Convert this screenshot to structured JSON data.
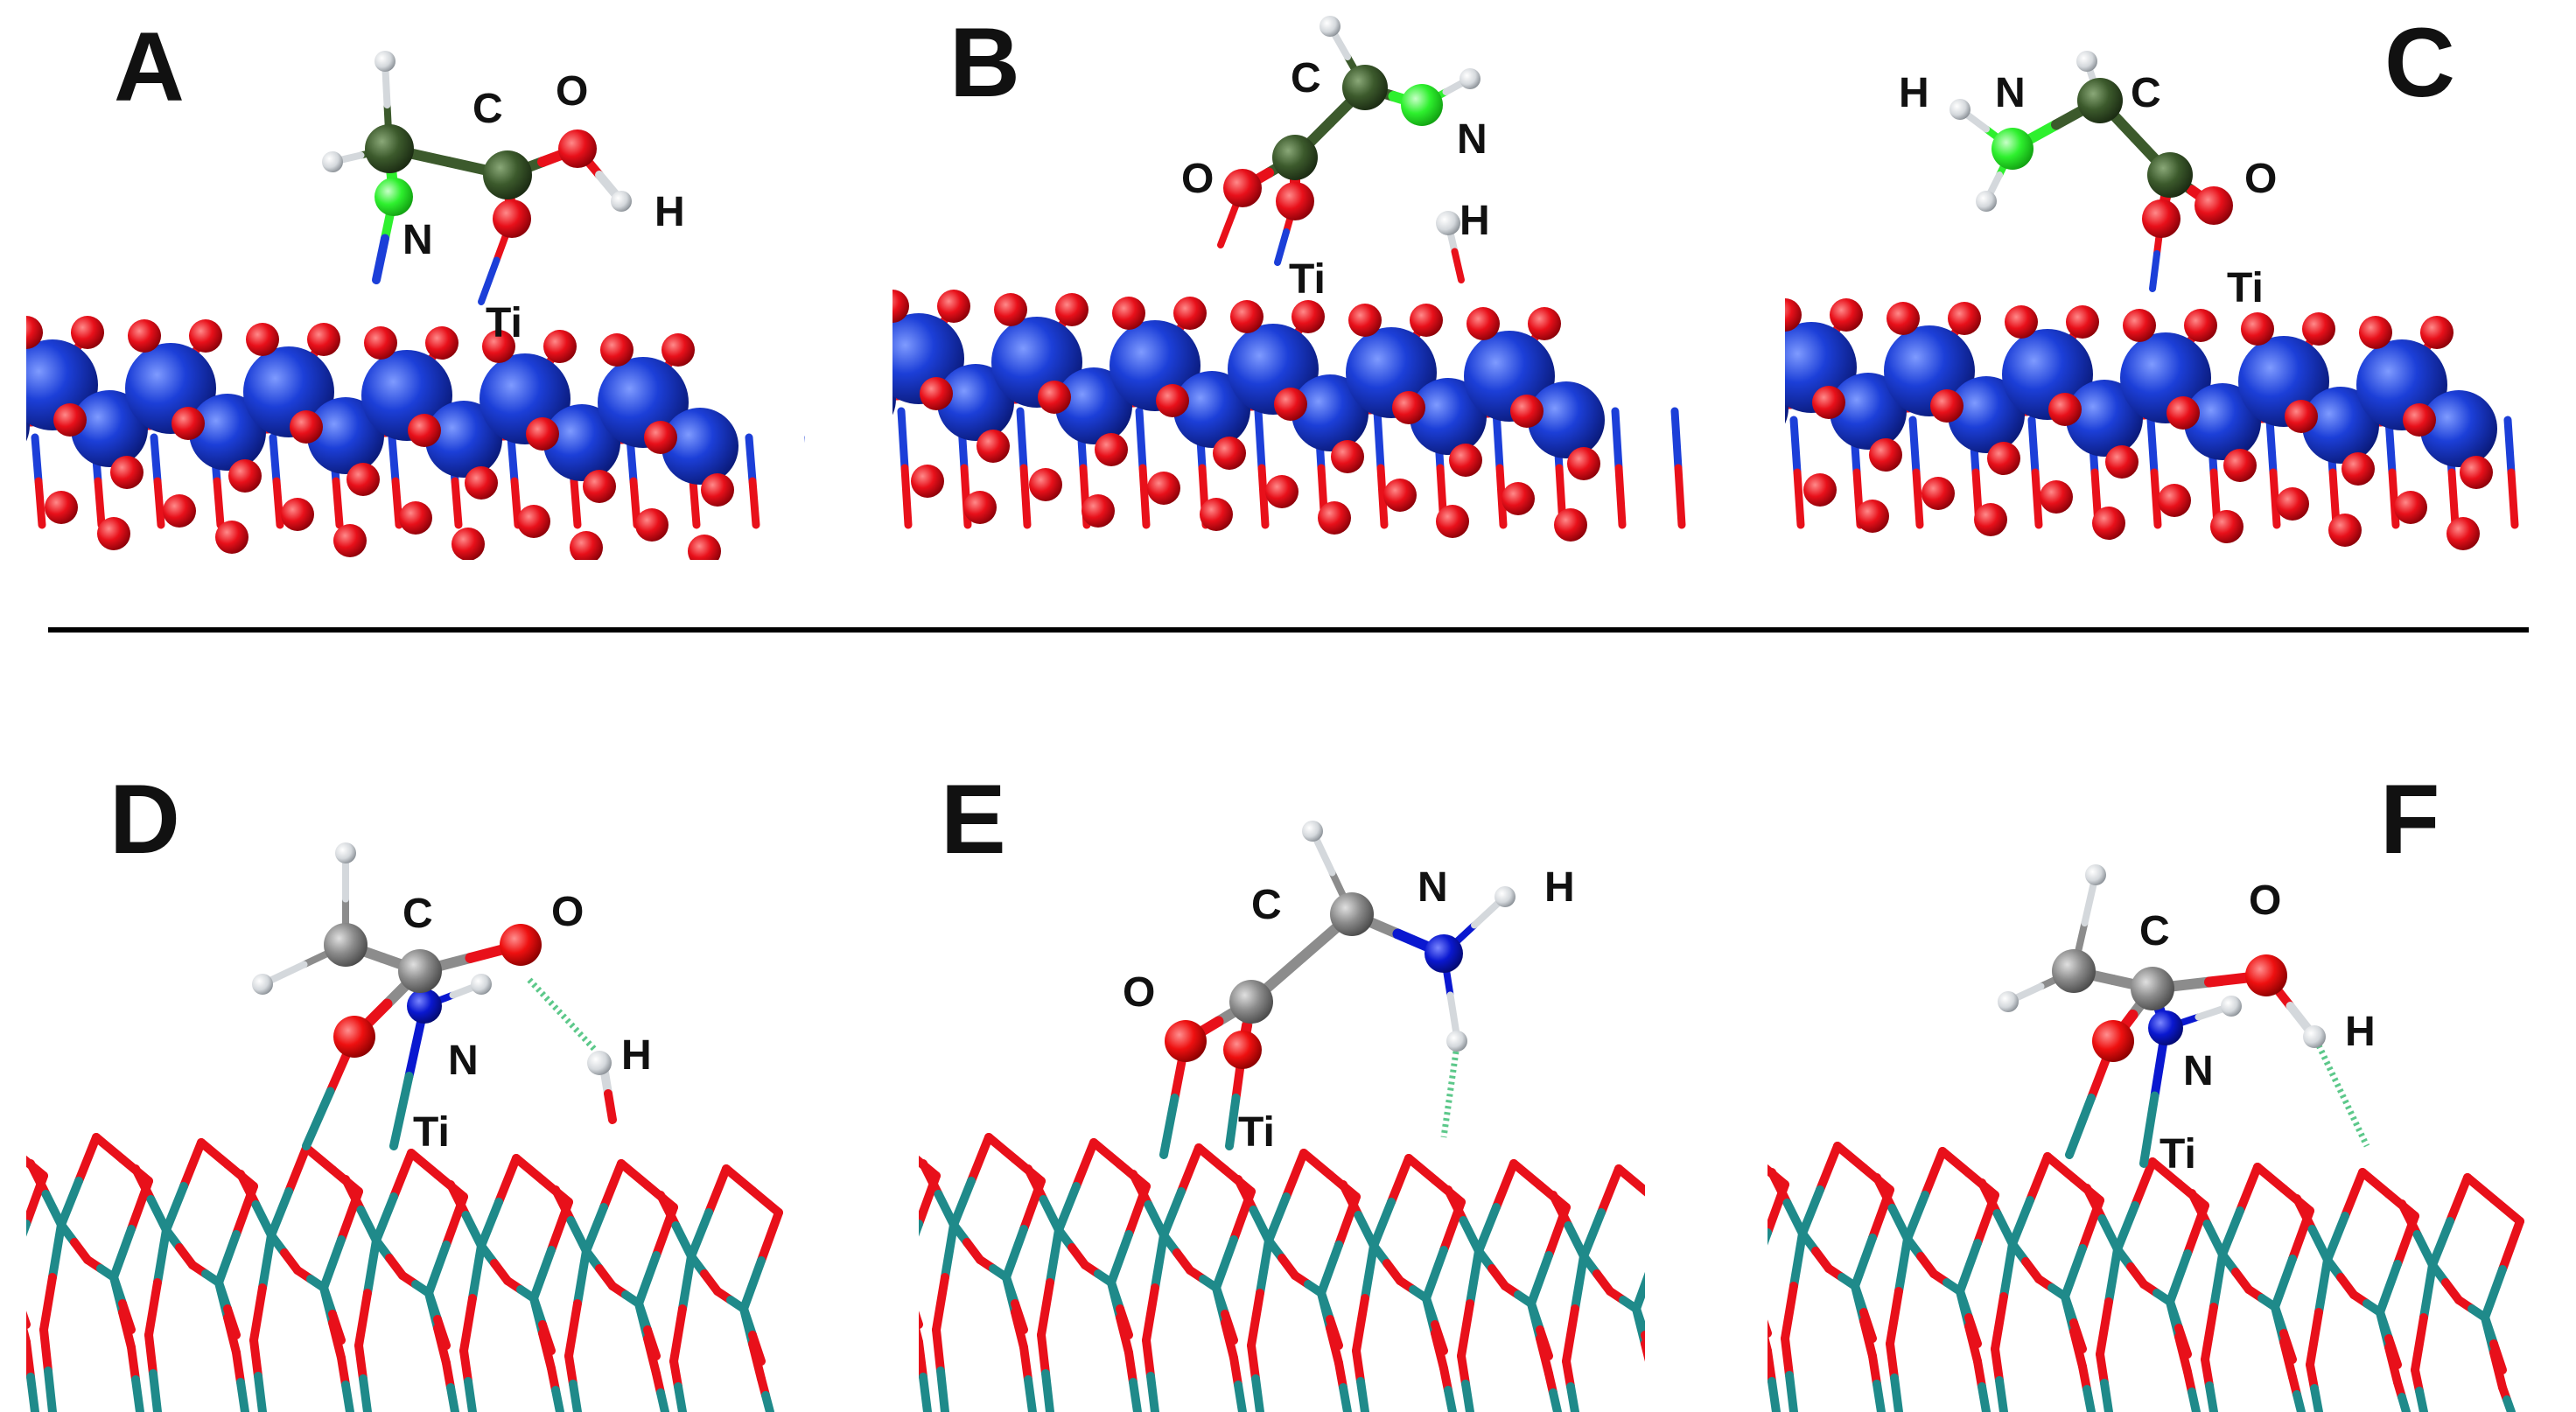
{
  "colors": {
    "background": "#ffffff",
    "divider": "#000000",
    "oxygen": "#e8101a",
    "titanium_ball": "#1c3fd8",
    "carbon_dark": "#3c5a2c",
    "nitrogen_green": "#2ef02e",
    "hydrogen": "#d4d8dc",
    "titanium_stick": "#1f8a8a",
    "carbon_gray": "#8c8c8c",
    "nitrogen_blue": "#0a18d0",
    "hbond": "#5cc88a"
  },
  "panels": [
    {
      "id": "A",
      "letter": "A",
      "style": "ball",
      "labels": {
        "C": "C",
        "O": "O",
        "N": "N",
        "H": "H",
        "Ti": "Ti"
      }
    },
    {
      "id": "B",
      "letter": "B",
      "style": "ball",
      "labels": {
        "C": "C",
        "O": "O",
        "N": "N",
        "H": "H",
        "Ti": "Ti"
      }
    },
    {
      "id": "C",
      "letter": "C",
      "style": "ball",
      "labels": {
        "H": "H",
        "N": "N",
        "C": "C",
        "O": "O",
        "Ti": "Ti"
      }
    },
    {
      "id": "D",
      "letter": "D",
      "style": "stick",
      "labels": {
        "C": "C",
        "O": "O",
        "N": "N",
        "H": "H",
        "Ti": "Ti"
      }
    },
    {
      "id": "E",
      "letter": "E",
      "style": "stick",
      "labels": {
        "C": "C",
        "N": "N",
        "H": "H",
        "O": "O",
        "Ti": "Ti"
      }
    },
    {
      "id": "F",
      "letter": "F",
      "style": "stick",
      "labels": {
        "C": "C",
        "O": "O",
        "N": "N",
        "H": "H",
        "Ti": "Ti"
      }
    }
  ]
}
